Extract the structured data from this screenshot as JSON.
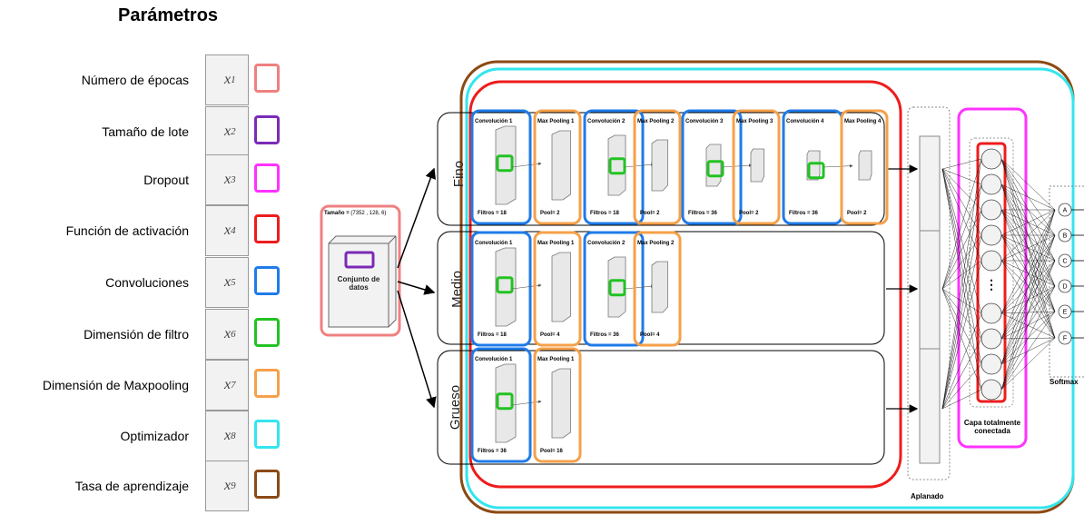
{
  "title": "Parámetros",
  "params": [
    {
      "label": "Número de épocas",
      "var": "x",
      "sub": "1",
      "color": "#f08080"
    },
    {
      "label": "Tamaño de lote",
      "var": "x",
      "sub": "2",
      "color": "#7a2bb8"
    },
    {
      "label": "Dropout",
      "var": "x",
      "sub": "3",
      "color": "#ff33ff"
    },
    {
      "label": "Función de activación",
      "var": "x",
      "sub": "4",
      "color": "#ee1c1c"
    },
    {
      "label": "Convoluciones",
      "var": "x",
      "sub": "5",
      "color": "#1f7be8"
    },
    {
      "label": "Dimensión de filtro",
      "var": "x",
      "sub": "6",
      "color": "#22c322"
    },
    {
      "label": "Dimensión de Maxpooling",
      "var": "x",
      "sub": "7",
      "color": "#f5a04a"
    },
    {
      "label": "Optimizador",
      "var": "x",
      "sub": "8",
      "color": "#33e5ee"
    },
    {
      "label": "Tasa de aprendizaje",
      "var": "x",
      "sub": "9",
      "color": "#8b4a14"
    }
  ],
  "dataset": {
    "size_label": "Tamaño =",
    "size_value": "(7352 , 128, 6)",
    "name": "Conjunto de datos"
  },
  "rows": [
    {
      "name": "Fino",
      "blocks": [
        {
          "type": "conv",
          "title": "Convolución 1",
          "foot": "Filtros = 18"
        },
        {
          "type": "pool",
          "title": "Max Pooling 1",
          "foot": "Pool= 2"
        },
        {
          "type": "conv",
          "title": "Convolución 2",
          "foot": "Filtros = 18"
        },
        {
          "type": "pool",
          "title": "Max Pooling 2",
          "foot": "Pool= 2"
        },
        {
          "type": "conv",
          "title": "Convolución 3",
          "foot": "Filtros = 36"
        },
        {
          "type": "pool",
          "title": "Max Pooling 3",
          "foot": "Pool= 2"
        },
        {
          "type": "conv",
          "title": "Convolución 4",
          "foot": "Filtros = 36"
        },
        {
          "type": "pool",
          "title": "Max Pooling 4",
          "foot": "Pool= 2"
        }
      ]
    },
    {
      "name": "Medio",
      "blocks": [
        {
          "type": "conv",
          "title": "Convolución 1",
          "foot": "Filtros = 18"
        },
        {
          "type": "pool",
          "title": "Max Pooling 1",
          "foot": "Pool= 4"
        },
        {
          "type": "conv",
          "title": "Convolución 2",
          "foot": "Filtros = 36"
        },
        {
          "type": "pool",
          "title": "Max Pooling 2",
          "foot": "Pool= 4"
        }
      ]
    },
    {
      "name": "Grueso",
      "blocks": [
        {
          "type": "conv",
          "title": "Convolución 1",
          "foot": "Filtros = 36"
        },
        {
          "type": "pool",
          "title": "Max Pooling 1",
          "foot": "Pool= 16"
        }
      ]
    }
  ],
  "flatten_label": "Aplanado",
  "dense_label": "Capa totalmente conectada",
  "softmax_label": "Softmax",
  "outputs": [
    "A",
    "B",
    "C",
    "D",
    "E",
    "F"
  ],
  "colors": {
    "conv": "#1f7be8",
    "pool": "#f5a04a",
    "filter": "#22c322",
    "dataset": "#f08080",
    "batch": "#7a2bb8",
    "dropout": "#ff33ff",
    "activation": "#ee1c1c",
    "optimizer": "#33e5ee",
    "lr": "#8b4a14"
  }
}
